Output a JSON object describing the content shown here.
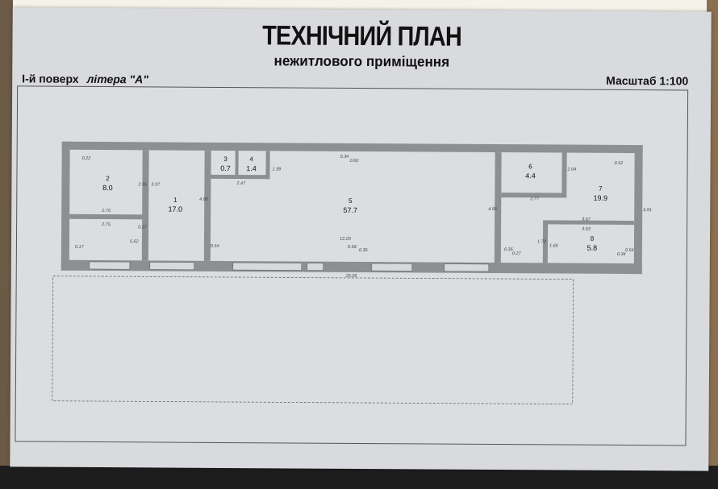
{
  "document": {
    "title": "ТЕХНІЧНИЙ ПЛАН",
    "subtitle": "нежитлового приміщення",
    "floor": "І-й поверх",
    "letter": "літера \"А\"",
    "scale": "Масштаб 1:100"
  },
  "rooms": [
    {
      "num": "1",
      "area": "17.0"
    },
    {
      "num": "2",
      "area": "8.0"
    },
    {
      "num": "3",
      "area": "0.7"
    },
    {
      "num": "4",
      "area": "1.4"
    },
    {
      "num": "5",
      "area": "57.7"
    },
    {
      "num": "6",
      "area": "4.4"
    },
    {
      "num": "7",
      "area": "19.9"
    },
    {
      "num": "8",
      "area": "5.8"
    }
  ],
  "dimensions": [
    "0.22",
    "2.95",
    "3.37",
    "2.75",
    "2.75",
    "0.27",
    "5.62",
    "0.17",
    "4.86",
    "0.54",
    "2.47",
    "1.39",
    "0.34",
    "0.60",
    "12.20",
    "0.58",
    "0.35",
    "25.05",
    "4.95",
    "0.35",
    "0.27",
    "2.77",
    "2.04",
    "0.52",
    "3.67",
    "3.63",
    "1.66",
    "1.70",
    "5.91",
    "0.34",
    "0.54"
  ]
}
